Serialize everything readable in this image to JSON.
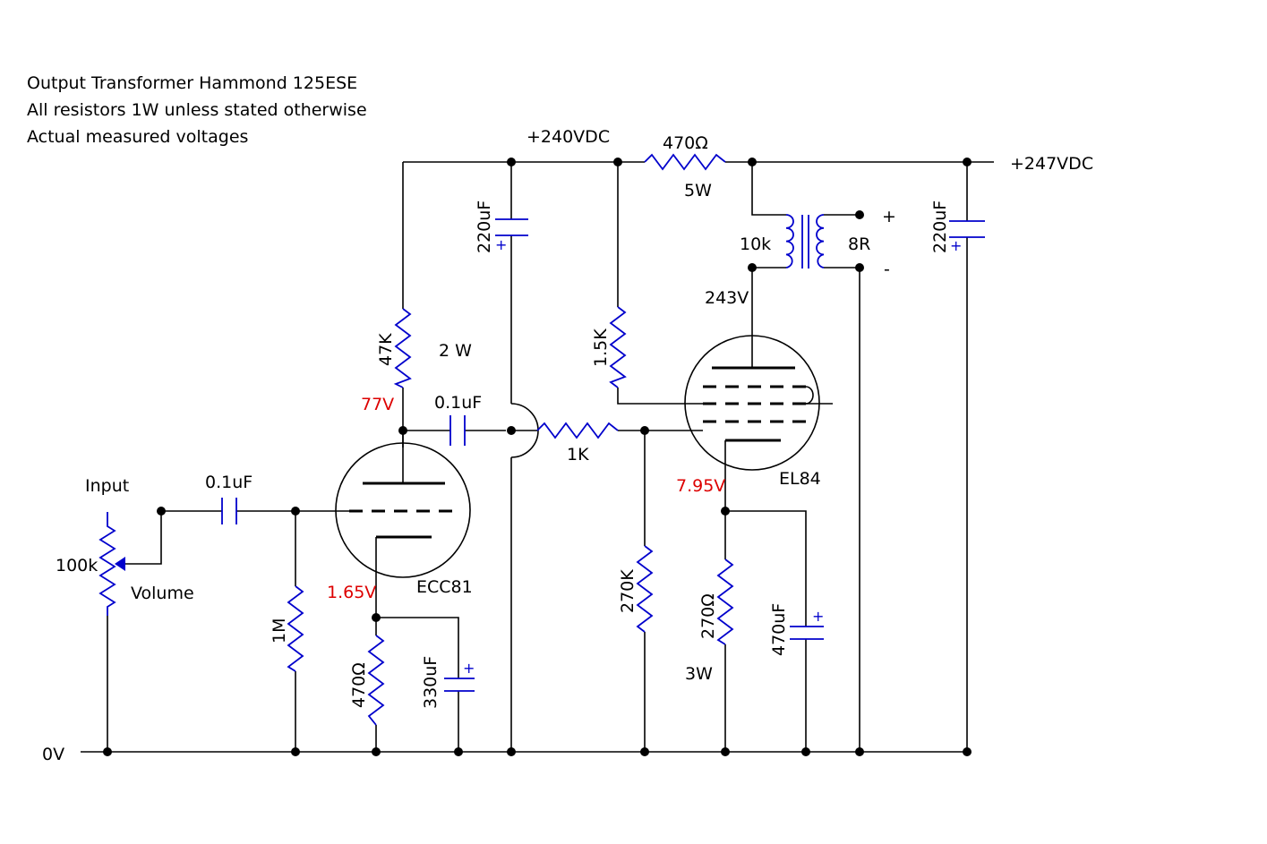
{
  "notes": {
    "line1": "Output Transformer Hammond 125ESE",
    "line2": "All resistors 1W unless stated otherwise",
    "line3": "Actual measured voltages"
  },
  "rails": {
    "b_plus_1": "+240VDC",
    "b_plus_2": "+247VDC",
    "ground": "0V"
  },
  "input": {
    "label": "Input",
    "pot_value": "100k",
    "pot_name": "Volume"
  },
  "components": {
    "c_input": "0.1uF",
    "r_grid": "1M",
    "r_cathode1": "470Ω",
    "c_cathode1": "330uF",
    "r_plate1": "47K",
    "r_plate1_power": "2 W",
    "c_coupling": "0.1uF",
    "c_filter1": "220uF",
    "r_drop": "470Ω",
    "r_drop_power": "5W",
    "c_filter2": "220uF",
    "r_screen": "1.5K",
    "r_gridstop": "1K",
    "r_grid2": "270K",
    "r_cathode2": "270Ω",
    "r_cathode2_power": "3W",
    "c_cathode2": "470uF",
    "ot_primary": "10k",
    "ot_secondary": "8R",
    "ot_plus": "+",
    "ot_minus": "-"
  },
  "tubes": {
    "v1": "ECC81",
    "v2": "EL84"
  },
  "voltages": {
    "v1_plate": "77V",
    "v1_cathode": "1.65V",
    "v2_plate": "243V",
    "v2_cathode": "7.95V"
  },
  "cap_polarity_mark": "+",
  "colors": {
    "component": "#0000cc",
    "measured_voltage": "#dd0000",
    "wire": "#000000"
  }
}
